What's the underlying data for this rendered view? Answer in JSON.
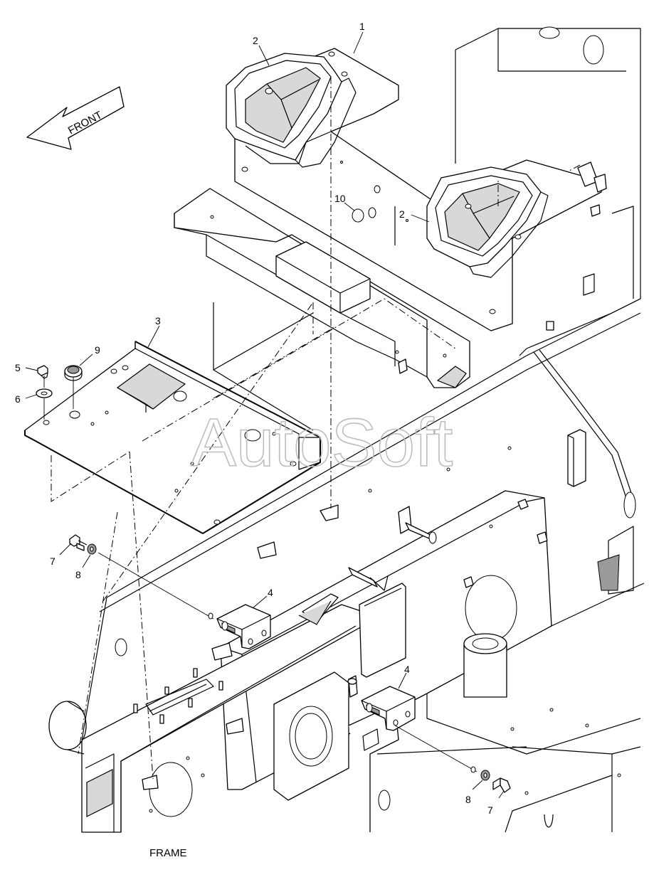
{
  "diagram": {
    "caption": "FRAME",
    "direction_label": "FRONT",
    "watermark": "AutoSoft",
    "callouts": [
      {
        "id": "c1",
        "label": "1"
      },
      {
        "id": "c2a",
        "label": "2"
      },
      {
        "id": "c2b",
        "label": "2"
      },
      {
        "id": "c3",
        "label": "3"
      },
      {
        "id": "c4a",
        "label": "4"
      },
      {
        "id": "c4b",
        "label": "4"
      },
      {
        "id": "c5",
        "label": "5"
      },
      {
        "id": "c6",
        "label": "6"
      },
      {
        "id": "c7a",
        "label": "7"
      },
      {
        "id": "c7b",
        "label": "7"
      },
      {
        "id": "c8a",
        "label": "8"
      },
      {
        "id": "c8b",
        "label": "8"
      },
      {
        "id": "c9",
        "label": "9"
      },
      {
        "id": "c10",
        "label": "10"
      }
    ]
  }
}
